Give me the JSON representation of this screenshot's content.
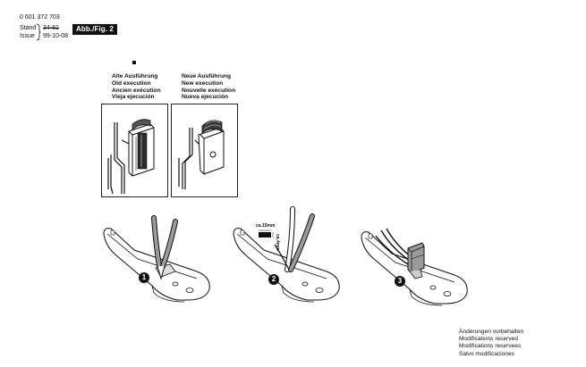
{
  "header": {
    "part_number": "0 601 372 703",
    "stand_label": "Stand",
    "issue_label": "Issue",
    "stand_value": "34-81",
    "issue_value": "99-10-08",
    "fig_label": "Abb./Fig. 2"
  },
  "old_execution": {
    "lines": [
      "Alte Ausführung",
      "Old execution",
      "Ancien exécution",
      "Vieja ejecución"
    ]
  },
  "new_execution": {
    "lines": [
      "Neue Ausführung",
      "New execution",
      "Nouvelle exécution",
      "Nueva ejecución"
    ]
  },
  "steps": [
    {
      "number": "1"
    },
    {
      "number": "2",
      "dim_width": "ca.15mm",
      "dim_height": "ca.4mm"
    },
    {
      "number": "3"
    }
  ],
  "footer": {
    "lines": [
      "Änderungen vorbehalten",
      "Modifications reserved",
      "Modifications reservees",
      "Salvo modificaciones"
    ]
  },
  "colors": {
    "ink": "#111111",
    "paper": "#ffffff",
    "handle_gray": "#9a9a9a"
  }
}
